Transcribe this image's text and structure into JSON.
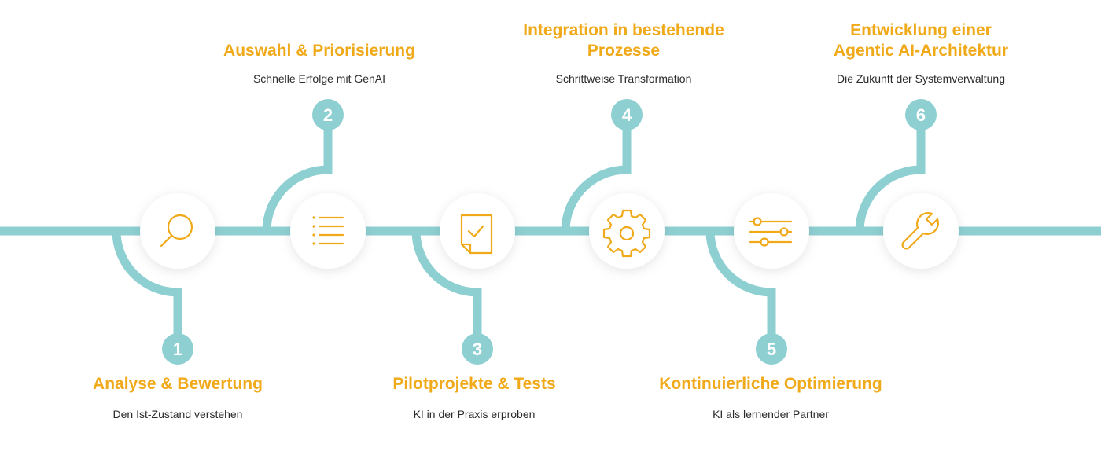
{
  "colors": {
    "connector": "#8ecfd2",
    "accent": "#f0a918",
    "circle_fill": "#ffffff",
    "text_dark": "#2b2b2b"
  },
  "steps": [
    {
      "number": "1",
      "title": "Analyse & Bewertung",
      "subtitle": "Den Ist-Zustand verstehen",
      "icon": "magnifier-icon"
    },
    {
      "number": "2",
      "title": "Auswahl & Priorisierung",
      "subtitle": "Schnelle Erfolge mit GenAI",
      "icon": "list-icon"
    },
    {
      "number": "3",
      "title": "Pilotprojekte & Tests",
      "subtitle": "KI in der Praxis erproben",
      "icon": "document-check-icon"
    },
    {
      "number": "4",
      "title": "Integration in bestehende\nProzesse",
      "subtitle": "Schrittweise Transformation",
      "icon": "gear-icon"
    },
    {
      "number": "5",
      "title": "Kontinuierliche Optimierung",
      "subtitle": "KI als lernender Partner",
      "icon": "sliders-icon"
    },
    {
      "number": "6",
      "title": "Entwicklung einer\nAgentic AI-Architektur",
      "subtitle": "Die Zukunft der Systemverwaltung",
      "icon": "wrench-icon"
    }
  ]
}
